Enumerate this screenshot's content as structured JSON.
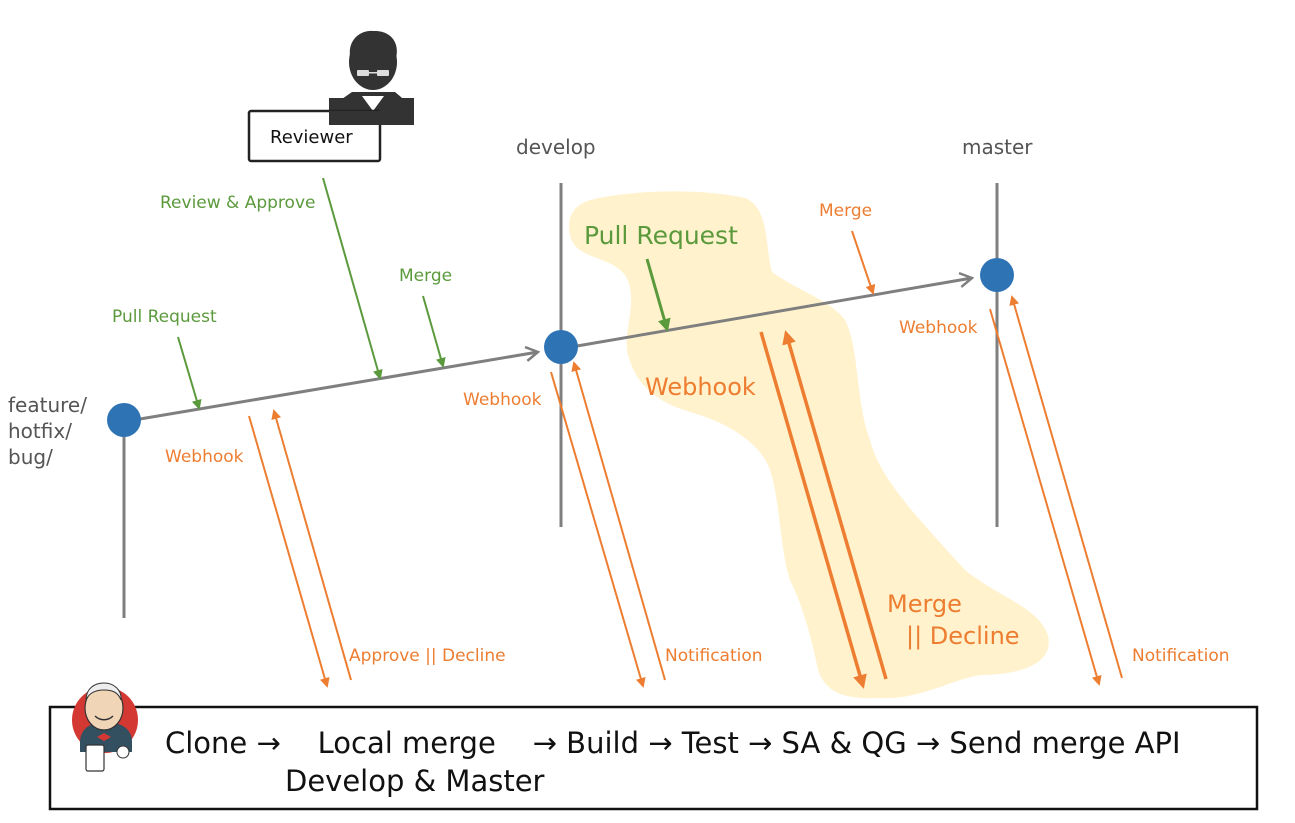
{
  "colors": {
    "branch_line": "#7f7f7f",
    "commit_node": "#2e74b5",
    "green": "#5b9a3c",
    "orange": "#ed7d31",
    "highlight": "#fff2cc",
    "text_dark": "#111111"
  },
  "actors": {
    "reviewer": {
      "label": "Reviewer",
      "icon": "person-with-glasses-icon"
    },
    "jenkins": {
      "icon": "jenkins-butler-icon"
    }
  },
  "branches": {
    "feature": {
      "label_lines": [
        "feature/",
        "hotfix/",
        "bug/"
      ]
    },
    "develop": {
      "label": "develop"
    },
    "master": {
      "label": "master"
    }
  },
  "flow_labels": {
    "review_approve": "Review & Approve",
    "pull_request_feature": "Pull Request",
    "merge_feature": "Merge",
    "webhook_feature": "Webhook",
    "approve_decline": "Approve || Decline",
    "webhook_develop": "Webhook",
    "notification_develop": "Notification",
    "pull_request_develop": "Pull Request",
    "webhook_develop_big": "Webhook",
    "merge_master": "Merge",
    "merge_decline_line1": "Merge",
    "merge_decline_line2": "|| Decline",
    "webhook_master": "Webhook",
    "notification_master": "Notification"
  },
  "pipeline": {
    "line1": "Clone →    Local merge    → Build → Test → SA & QG → Send merge API",
    "line2": "Develop & Master",
    "steps": [
      "Clone",
      "Local merge Develop & Master",
      "Build",
      "Test",
      "SA & QG",
      "Send merge API"
    ]
  }
}
